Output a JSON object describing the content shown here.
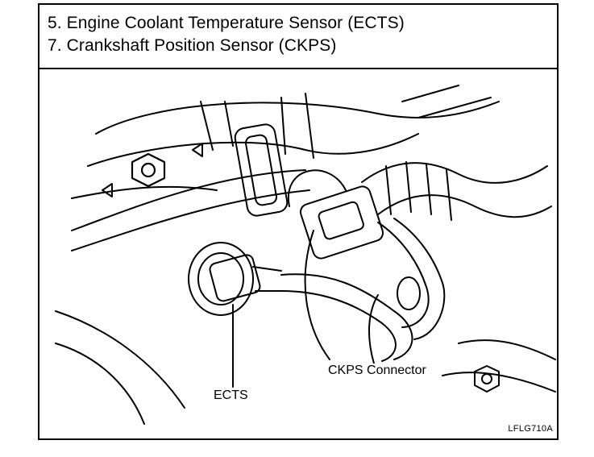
{
  "header": {
    "lines": [
      "5. Engine Coolant Temperature Sensor (ECTS)",
      "7. Crankshaft Position Sensor (CKPS)"
    ]
  },
  "illustration": {
    "callouts": {
      "ckps_connector": "CKPS Connector",
      "ects": "ECTS"
    },
    "figure_code": "LFLG710A"
  }
}
